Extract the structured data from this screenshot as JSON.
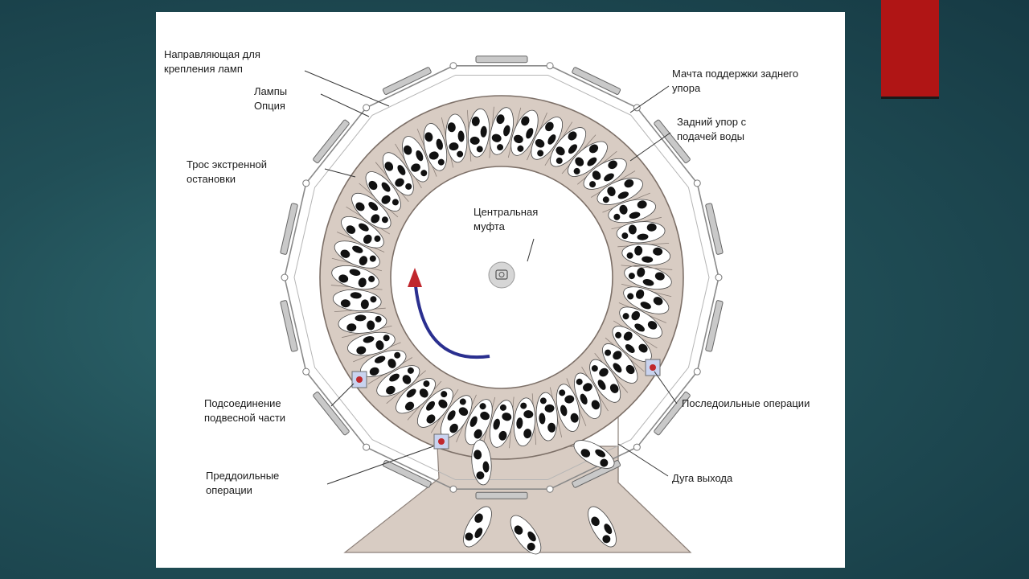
{
  "slide": {
    "accent_color": "#b01515",
    "background_color": "#1f4a52"
  },
  "diagram": {
    "labels": {
      "lamp_rail": [
        "Направляющая для",
        "крепления ламп"
      ],
      "lamps": [
        "Лампы",
        "Опция"
      ],
      "emergency_cable": [
        "Трос экстренной",
        "остановки"
      ],
      "central_hub": [
        "Центральная",
        "муфта"
      ],
      "rear_mast": [
        "Мачта поддержки заднего",
        "упора"
      ],
      "rear_stop": [
        "Задний упор с",
        "подачей воды"
      ],
      "hanging_connection": [
        "Подсоединение",
        "подвесной части"
      ],
      "post_milking": "Последоильные операции",
      "pre_milking": [
        "Преддоильные",
        "операции"
      ],
      "exit_arc": "Дуга выхода"
    },
    "rotation_arrow_color": "#2a2f8f",
    "arrow_head_color": "#c0272d",
    "platform_color": "#d8ccc3"
  }
}
